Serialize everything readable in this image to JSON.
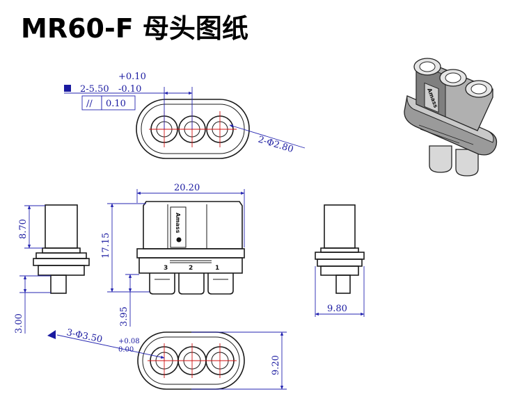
{
  "title": "MR60-F 母头图纸",
  "colors": {
    "dimension": "#1a1aa0",
    "centerline": "#d01010",
    "outline": "#1a1a1a"
  },
  "brand_mark": "Amass",
  "pin_labels": [
    "3",
    "2",
    "1"
  ],
  "tolerance_block": {
    "flatness_symbol": "square-icon",
    "spacing": "2-5.50",
    "upper": "+0.10",
    "lower": "-0.10",
    "parallel_symbol": "//",
    "parallel_value": "0.10"
  },
  "dimensions": {
    "top_hole_dia": "2-Φ2.80",
    "overall_width": "20.20",
    "body_height": "17.15",
    "side_barrel_height": "8.70",
    "side_pin_length": "3.00",
    "front_pin_length": "3.95",
    "right_width": "9.80",
    "bottom_hole_prefix": "3-Φ3.50",
    "bottom_hole_upper": "+0.08",
    "bottom_hole_lower": "0.00",
    "bottom_height": "9.20"
  }
}
